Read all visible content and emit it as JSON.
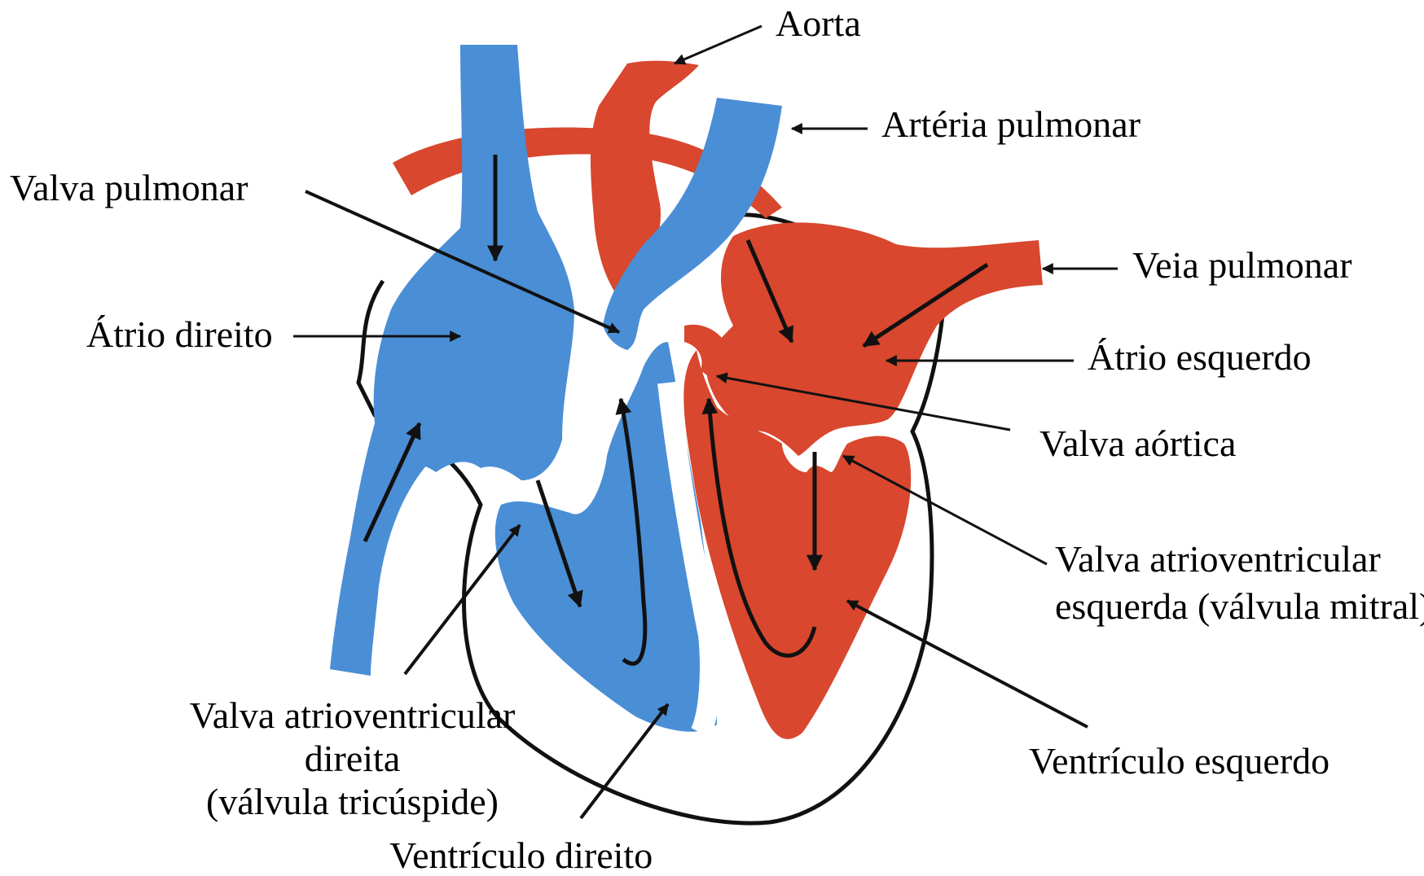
{
  "labels": {
    "aorta": "Aorta",
    "arteria_pulmonar": "Artéria pulmonar",
    "valva_pulmonar": "Valva pulmonar",
    "veia_pulmonar": "Veia pulmonar",
    "atrio_direito": "Átrio direito",
    "atrio_esquerdo": "Átrio esquerdo",
    "valva_aortica": "Valva aórtica",
    "valva_av_esquerda_1": "Valva atrioventricular",
    "valva_av_esquerda_2": "esquerda (válvula mitral)",
    "valva_av_direita_1": "Valva atrioventricular",
    "valva_av_direita_2": "direita",
    "valva_av_direita_3": "(válvula tricúspide)",
    "ventriculo_esquerdo": "Ventrículo esquerdo",
    "ventriculo_direito": "Ventrículo direito"
  },
  "colors": {
    "oxygenated": "#d8472e",
    "deoxygenated": "#4a8ed6",
    "outline": "#111111"
  }
}
